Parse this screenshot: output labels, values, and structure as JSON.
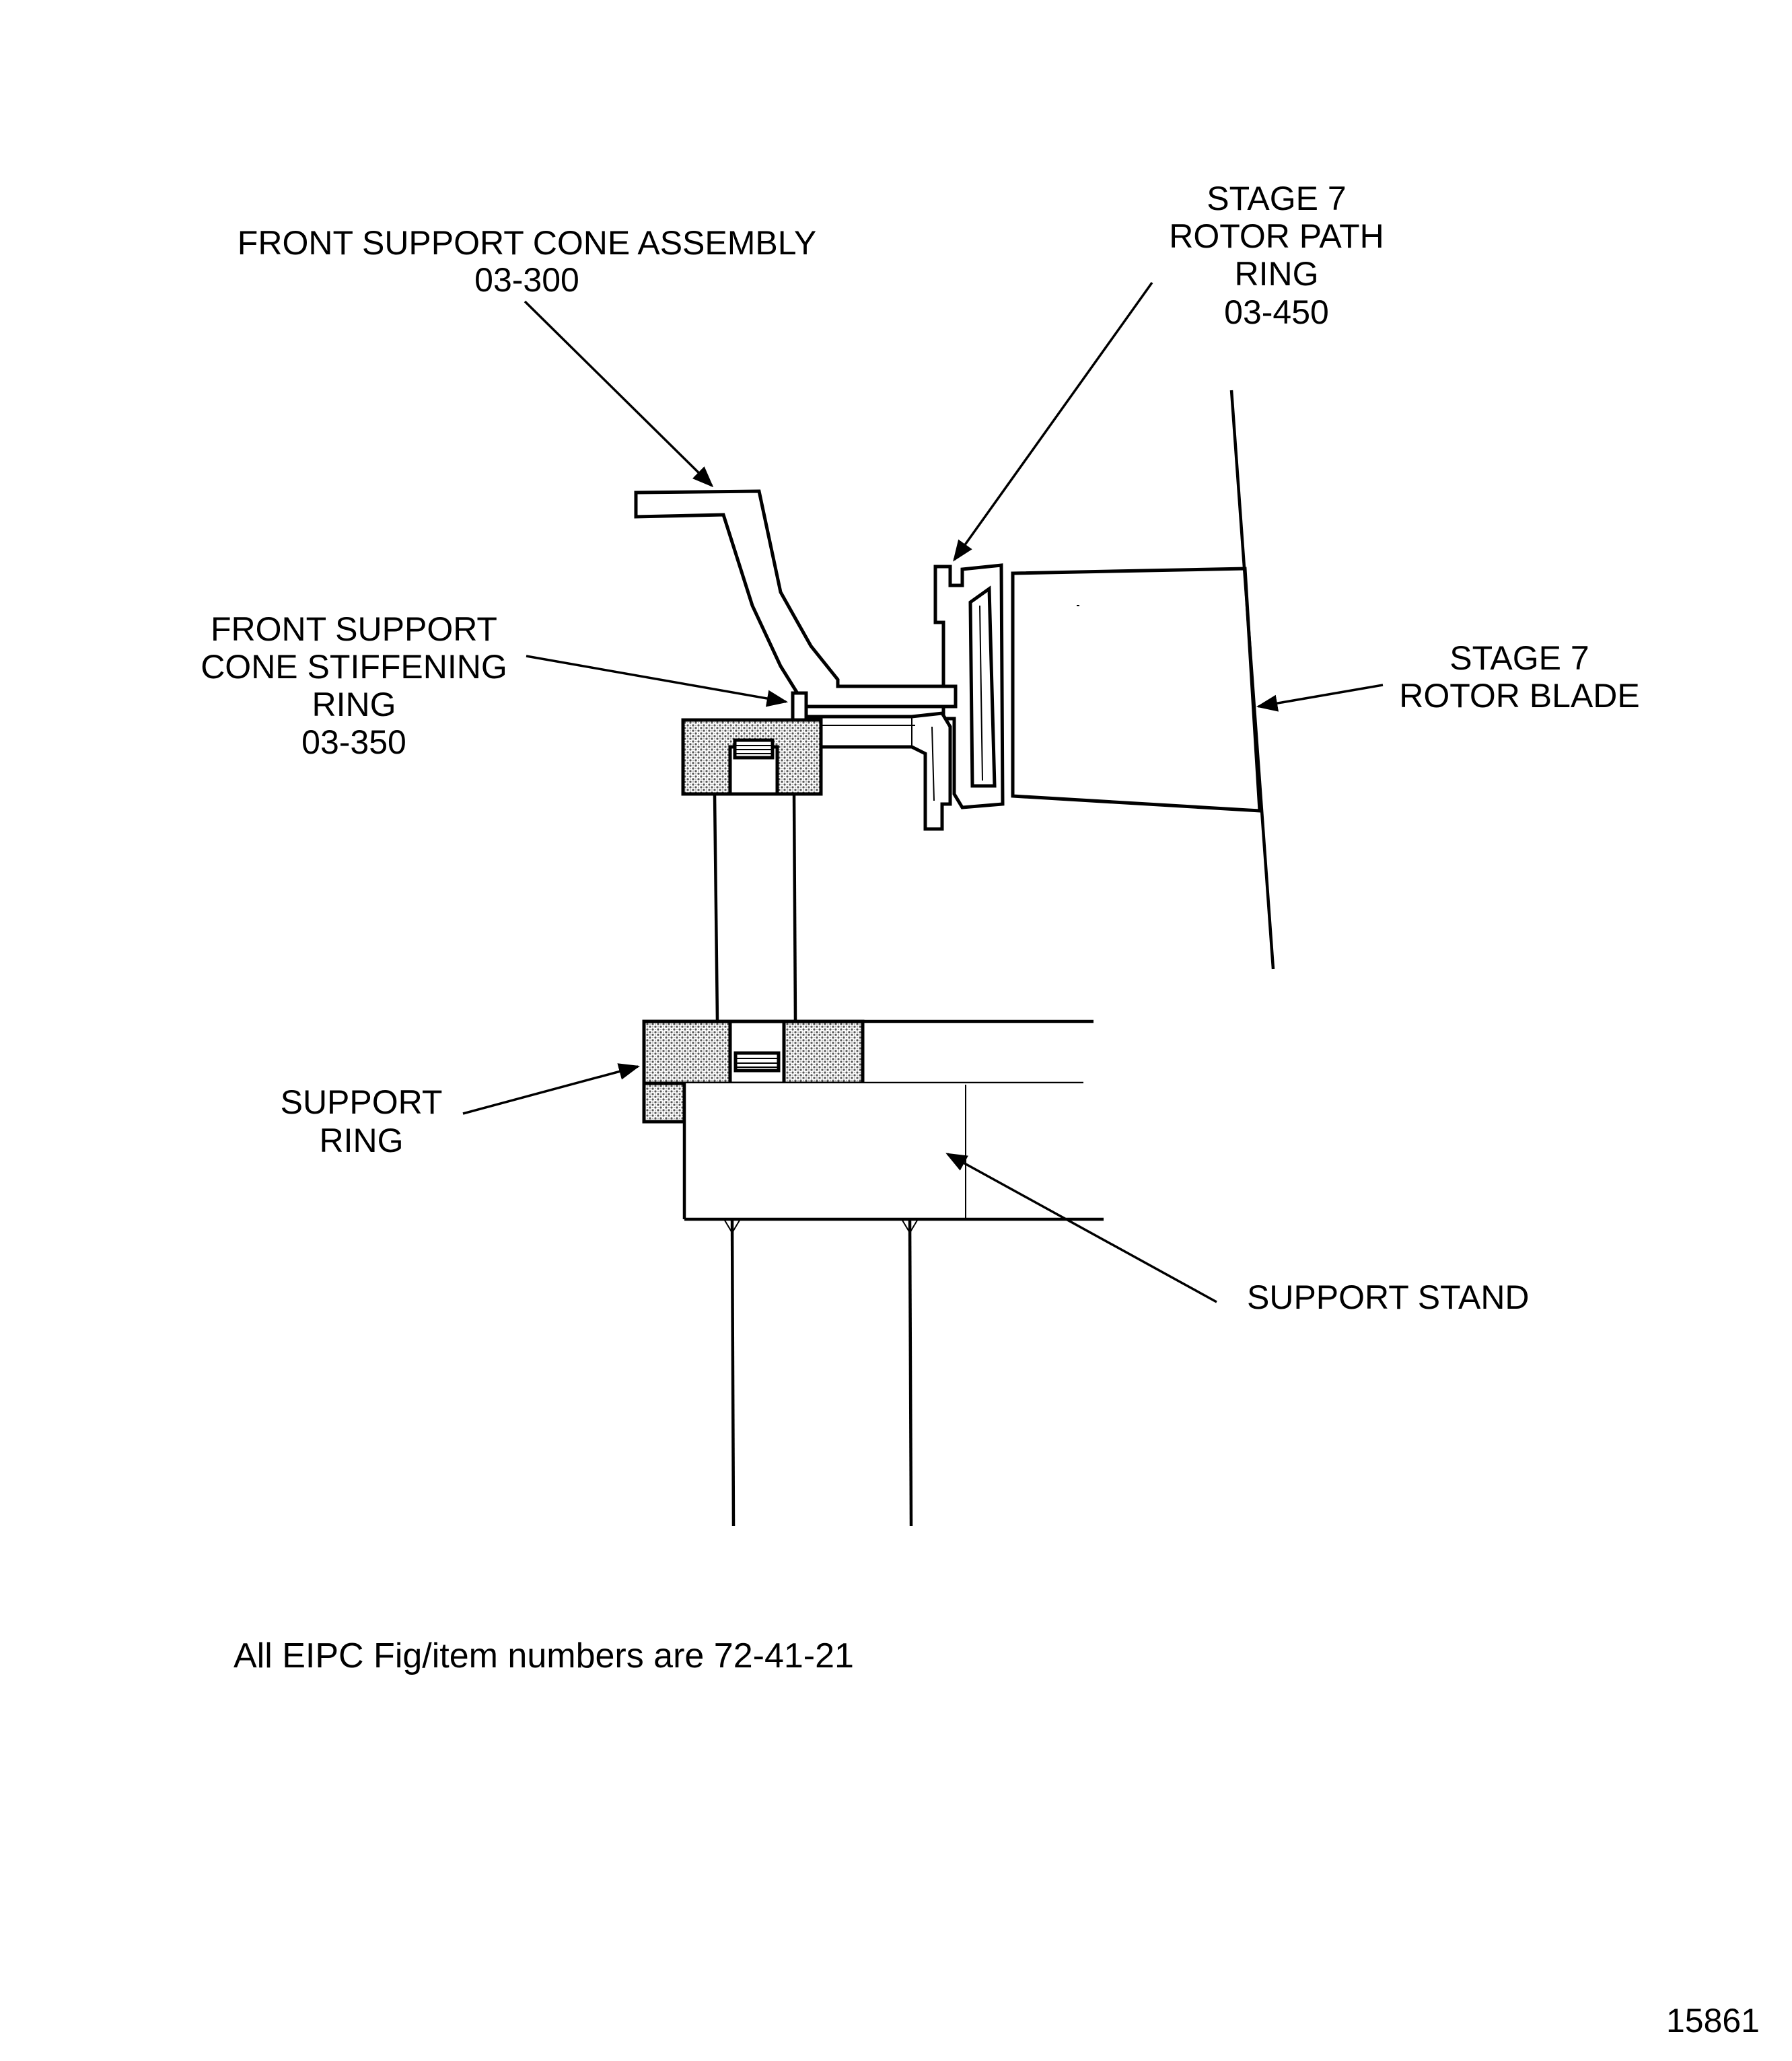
{
  "labels": {
    "front_support_cone_assembly": [
      "FRONT SUPPORT CONE ASSEMBLY",
      "03-300"
    ],
    "stage7_rotor_path_ring": [
      "STAGE 7",
      "ROTOR PATH",
      "RING",
      "03-450"
    ],
    "front_support_cone_stiffening_ring": [
      "FRONT SUPPORT",
      "CONE STIFFENING",
      "RING",
      "03-350"
    ],
    "stage7_rotor_blade": [
      "STAGE 7",
      "ROTOR BLADE"
    ],
    "support_ring": [
      "SUPPORT",
      "RING"
    ],
    "support_stand": [
      "SUPPORT STAND"
    ]
  },
  "footer_note": "All EIPC Fig/item numbers are 72-41-21",
  "figure_number": "15861"
}
